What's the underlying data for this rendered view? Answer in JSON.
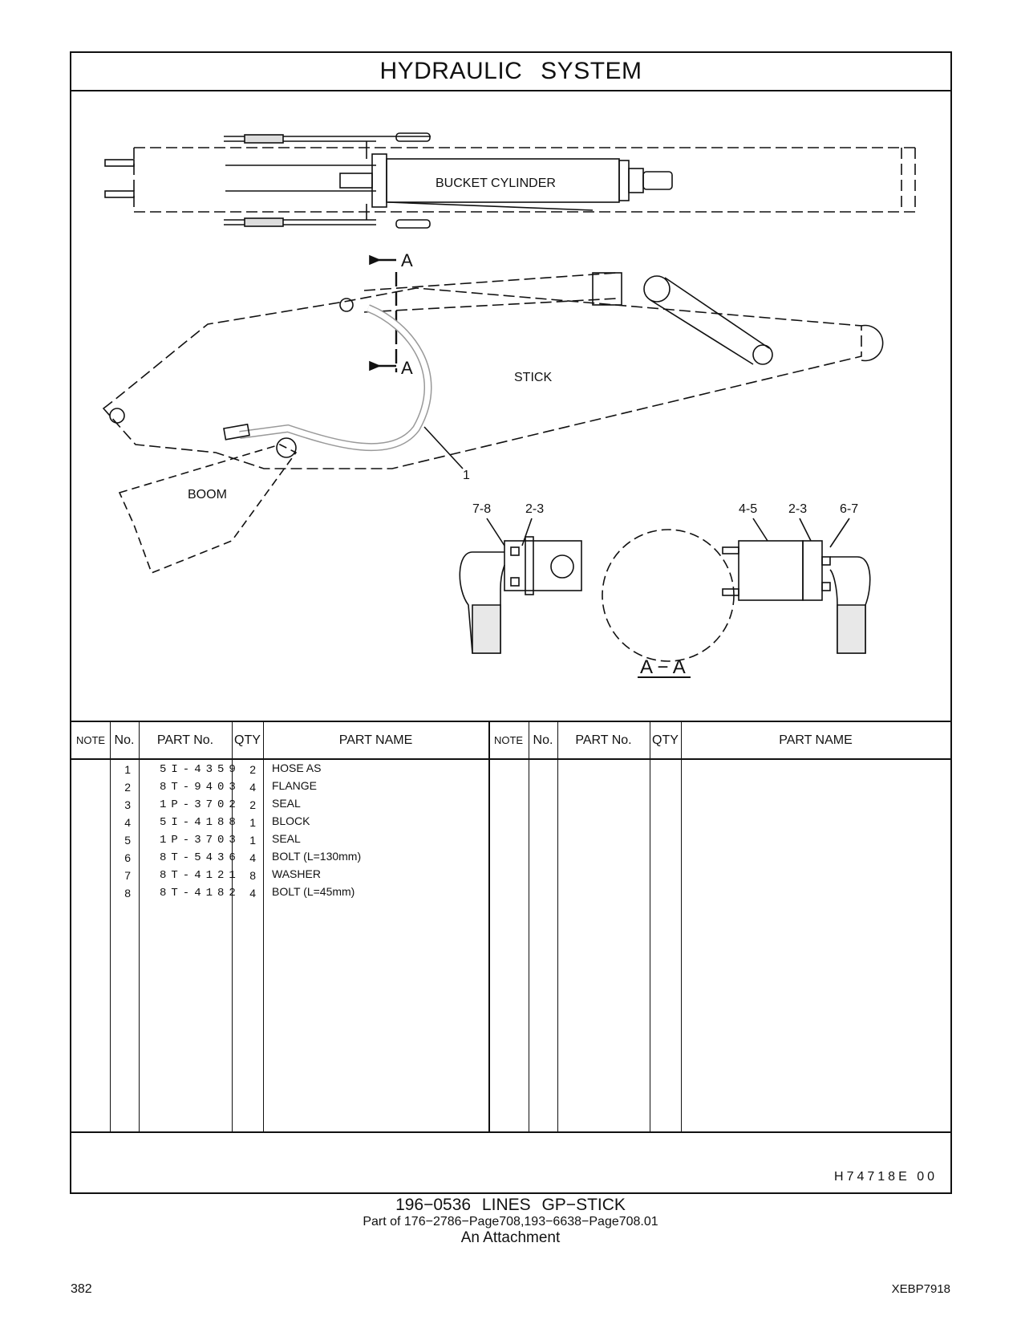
{
  "title": "HYDRAULIC   SYSTEM",
  "drawing": {
    "labels": {
      "bucket_cylinder": "BUCKET CYLINDER",
      "stick": "STICK",
      "boom": "BOOM",
      "section_a_top": "A",
      "section_a_bottom": "A",
      "callout_1": "1",
      "section_view": "A − A"
    },
    "section_callouts_left": [
      "7-8",
      "2-3"
    ],
    "section_callouts_right": [
      "4-5",
      "2-3",
      "6-7"
    ]
  },
  "table": {
    "headers": {
      "note": "NOTE",
      "no": "No.",
      "part_no": "PART No.",
      "qty": "QTY",
      "part_name": "PART NAME"
    },
    "rows": [
      {
        "no": "1",
        "part_no": "5I-4359",
        "qty": "2",
        "name": "HOSE  AS"
      },
      {
        "no": "2",
        "part_no": "8T-9403",
        "qty": "4",
        "name": "FLANGE"
      },
      {
        "no": "3",
        "part_no": "1P-3702",
        "qty": "2",
        "name": "SEAL"
      },
      {
        "no": "4",
        "part_no": "5I-4188",
        "qty": "1",
        "name": "BLOCK"
      },
      {
        "no": "5",
        "part_no": "1P-3703",
        "qty": "1",
        "name": "SEAL"
      },
      {
        "no": "6",
        "part_no": "8T-5436",
        "qty": "4",
        "name": "BOLT (L=130mm)"
      },
      {
        "no": "7",
        "part_no": "8T-4121",
        "qty": "8",
        "name": "WASHER"
      },
      {
        "no": "8",
        "part_no": "8T-4182",
        "qty": "4",
        "name": "BOLT (L=45mm)"
      }
    ]
  },
  "drawing_code": "H74718E   00",
  "caption": {
    "line1": "196−0536   LINES  GP−STICK",
    "line2": "Part of 176−2786−Page708,193−6638−Page708.01",
    "line3": "An Attachment"
  },
  "page_number": "382",
  "doc_code": "XEBP7918"
}
